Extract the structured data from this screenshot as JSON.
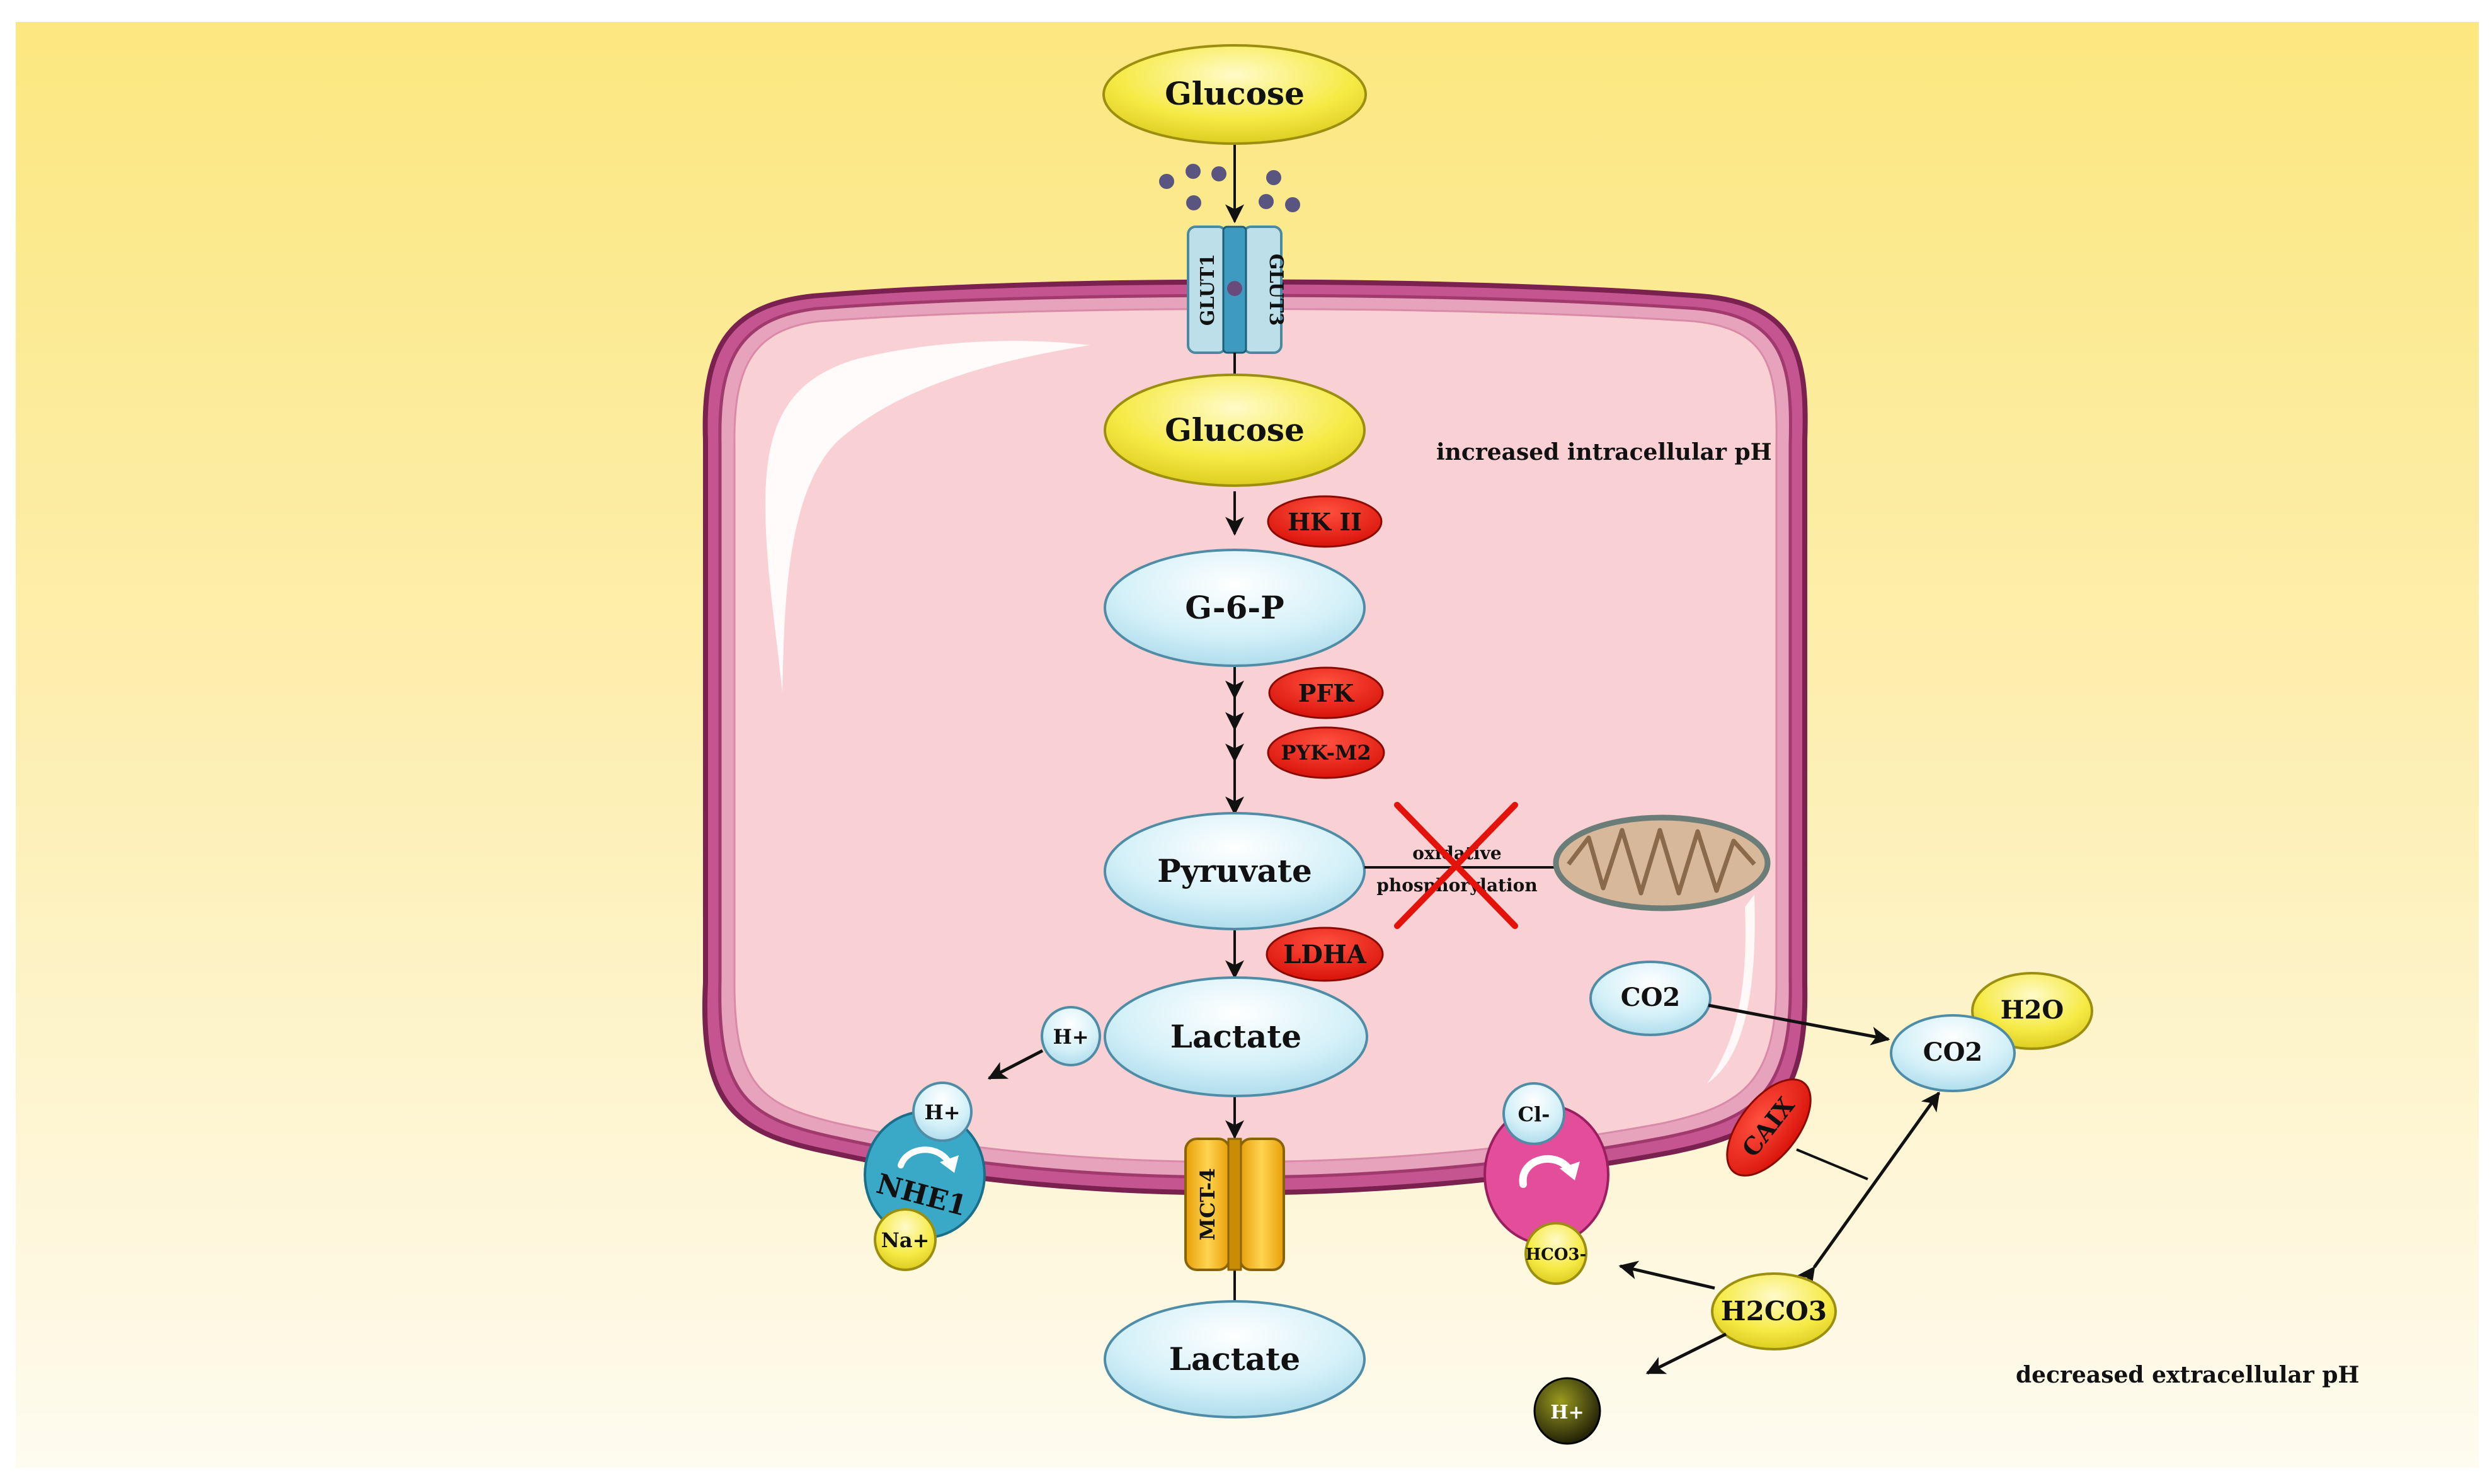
{
  "extracellular": {
    "glucose": "Glucose",
    "lactate": "Lactate",
    "ph_note": "decreased extracellular pH",
    "h_plus": "H+",
    "co2": "CO2",
    "h2o": "H2O",
    "h2co3": "H2CO3"
  },
  "transporters": {
    "glut1": "GLUT1",
    "glut3": "GLUT3",
    "mct4": "MCT-4",
    "nhe1": "NHE1",
    "na_plus": "Na+",
    "h_plus_exchanger": "H+",
    "cl_minus": "Cl-",
    "hco3_minus": "HCO3-"
  },
  "intracellular": {
    "ph_note": "increased intracellular pH",
    "glucose": "Glucose",
    "g6p": "G-6-P",
    "pyruvate": "Pyruvate",
    "lactate": "Lactate",
    "h_plus": "H+",
    "co2": "CO2",
    "oxphos_line1": "oxidative",
    "oxphos_line2": "phosphorylation"
  },
  "enzymes": {
    "hk2": "HK II",
    "pfk": "PFK",
    "pykm2": "PYK-M2",
    "ldha": "LDHA",
    "caix": "CAIX"
  },
  "colors": {
    "membrane": "#b0467a",
    "cytoplasm": "#f9d0d4",
    "enzyme": "#e3120b",
    "metabolite_yellow": "#f0e236",
    "metabolite_blue": "#bfe6f2",
    "transporter_blue": "#9fd3e3",
    "mct_gold": "#f2b50f",
    "nhe_blue": "#3aa9c8",
    "exchanger_pink": "#e34d9a"
  }
}
